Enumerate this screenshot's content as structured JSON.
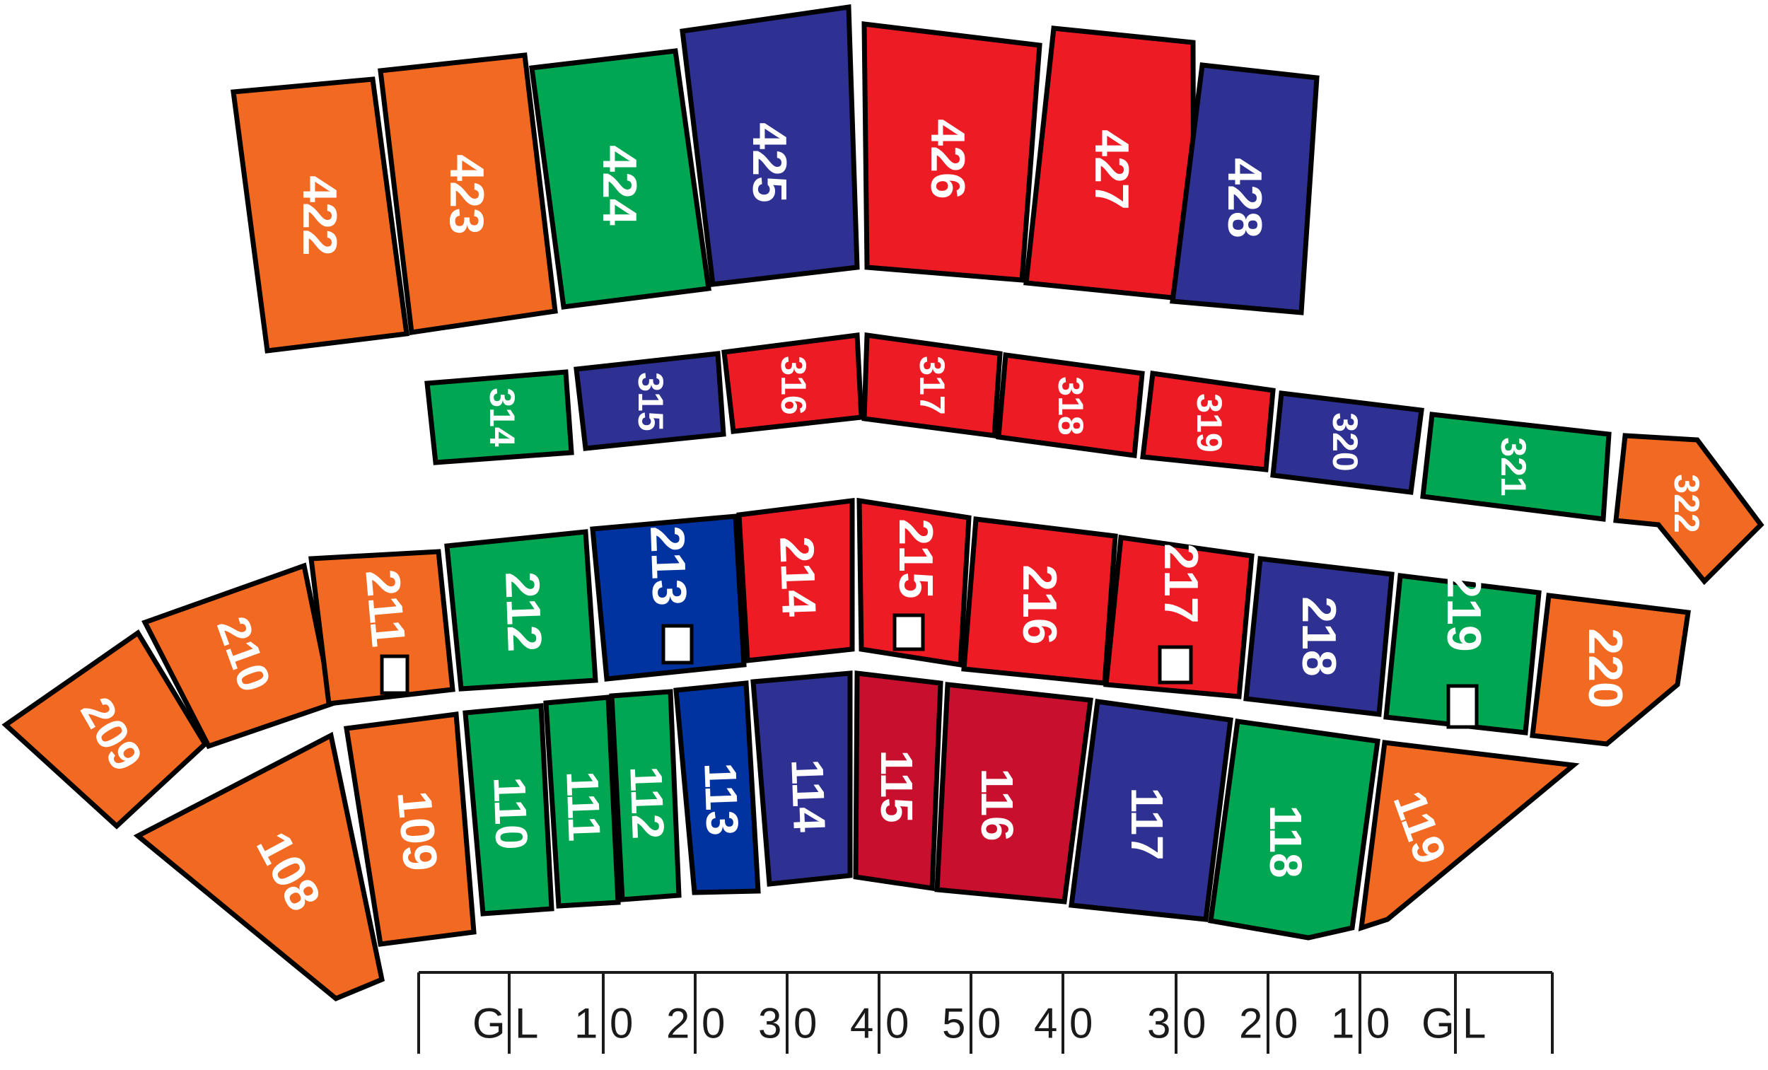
{
  "colors": {
    "orange": "#F26A22",
    "green": "#00A651",
    "navy": "#2E3192",
    "blue": "#0033A0",
    "red": "#ED1C24",
    "crimson": "#C8102E",
    "outline": "#000000"
  },
  "sections": [
    {
      "id": "422",
      "color": "orange"
    },
    {
      "id": "423",
      "color": "orange"
    },
    {
      "id": "424",
      "color": "green"
    },
    {
      "id": "425",
      "color": "navy"
    },
    {
      "id": "426",
      "color": "red"
    },
    {
      "id": "427",
      "color": "red"
    },
    {
      "id": "428",
      "color": "navy"
    },
    {
      "id": "314",
      "color": "green"
    },
    {
      "id": "315",
      "color": "navy"
    },
    {
      "id": "316",
      "color": "red"
    },
    {
      "id": "317",
      "color": "red"
    },
    {
      "id": "318",
      "color": "red"
    },
    {
      "id": "319",
      "color": "red"
    },
    {
      "id": "320",
      "color": "navy"
    },
    {
      "id": "321",
      "color": "green"
    },
    {
      "id": "322",
      "color": "orange"
    },
    {
      "id": "209",
      "color": "orange"
    },
    {
      "id": "210",
      "color": "orange"
    },
    {
      "id": "211",
      "color": "orange"
    },
    {
      "id": "212",
      "color": "green"
    },
    {
      "id": "213",
      "color": "blue"
    },
    {
      "id": "214",
      "color": "red"
    },
    {
      "id": "215",
      "color": "red"
    },
    {
      "id": "216",
      "color": "red"
    },
    {
      "id": "217",
      "color": "red"
    },
    {
      "id": "218",
      "color": "navy"
    },
    {
      "id": "219",
      "color": "green"
    },
    {
      "id": "220",
      "color": "orange"
    },
    {
      "id": "108",
      "color": "orange"
    },
    {
      "id": "109",
      "color": "orange"
    },
    {
      "id": "110",
      "color": "green"
    },
    {
      "id": "111",
      "color": "green"
    },
    {
      "id": "112",
      "color": "green"
    },
    {
      "id": "113",
      "color": "blue"
    },
    {
      "id": "114",
      "color": "navy"
    },
    {
      "id": "115",
      "color": "crimson"
    },
    {
      "id": "116",
      "color": "crimson"
    },
    {
      "id": "117",
      "color": "navy"
    },
    {
      "id": "118",
      "color": "green"
    },
    {
      "id": "119",
      "color": "orange"
    }
  ],
  "yard_markers": [
    "G",
    "L",
    "1",
    "0",
    "2",
    "0",
    "3",
    "0",
    "4",
    "0",
    "5",
    "0",
    "4",
    "0",
    "3",
    "0",
    "2",
    "0",
    "1",
    "0",
    "G",
    "L"
  ]
}
